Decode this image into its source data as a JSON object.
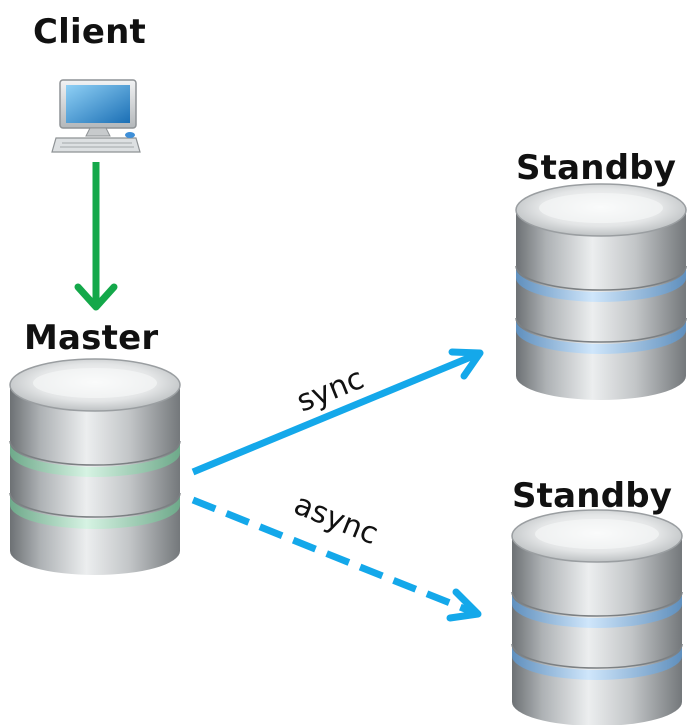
{
  "nodes": {
    "client": {
      "label": "Client",
      "icon": "desktop-computer-icon"
    },
    "master": {
      "label": "Master",
      "icon": "database-icon"
    },
    "standby_sync": {
      "label": "Standby",
      "icon": "database-icon"
    },
    "standby_async": {
      "label": "Standby",
      "icon": "database-icon"
    }
  },
  "edges": {
    "client_to_master": {
      "label": "",
      "color": "#14a84a",
      "style": "solid"
    },
    "sync": {
      "label": "sync",
      "color": "#14a8ea",
      "style": "solid"
    },
    "async": {
      "label": "async",
      "color": "#14a8ea",
      "style": "dashed"
    }
  },
  "colors": {
    "master_ring": "#a8dcc0",
    "standby_ring": "#9fc9ec",
    "database_body": "#b9bcbf"
  }
}
